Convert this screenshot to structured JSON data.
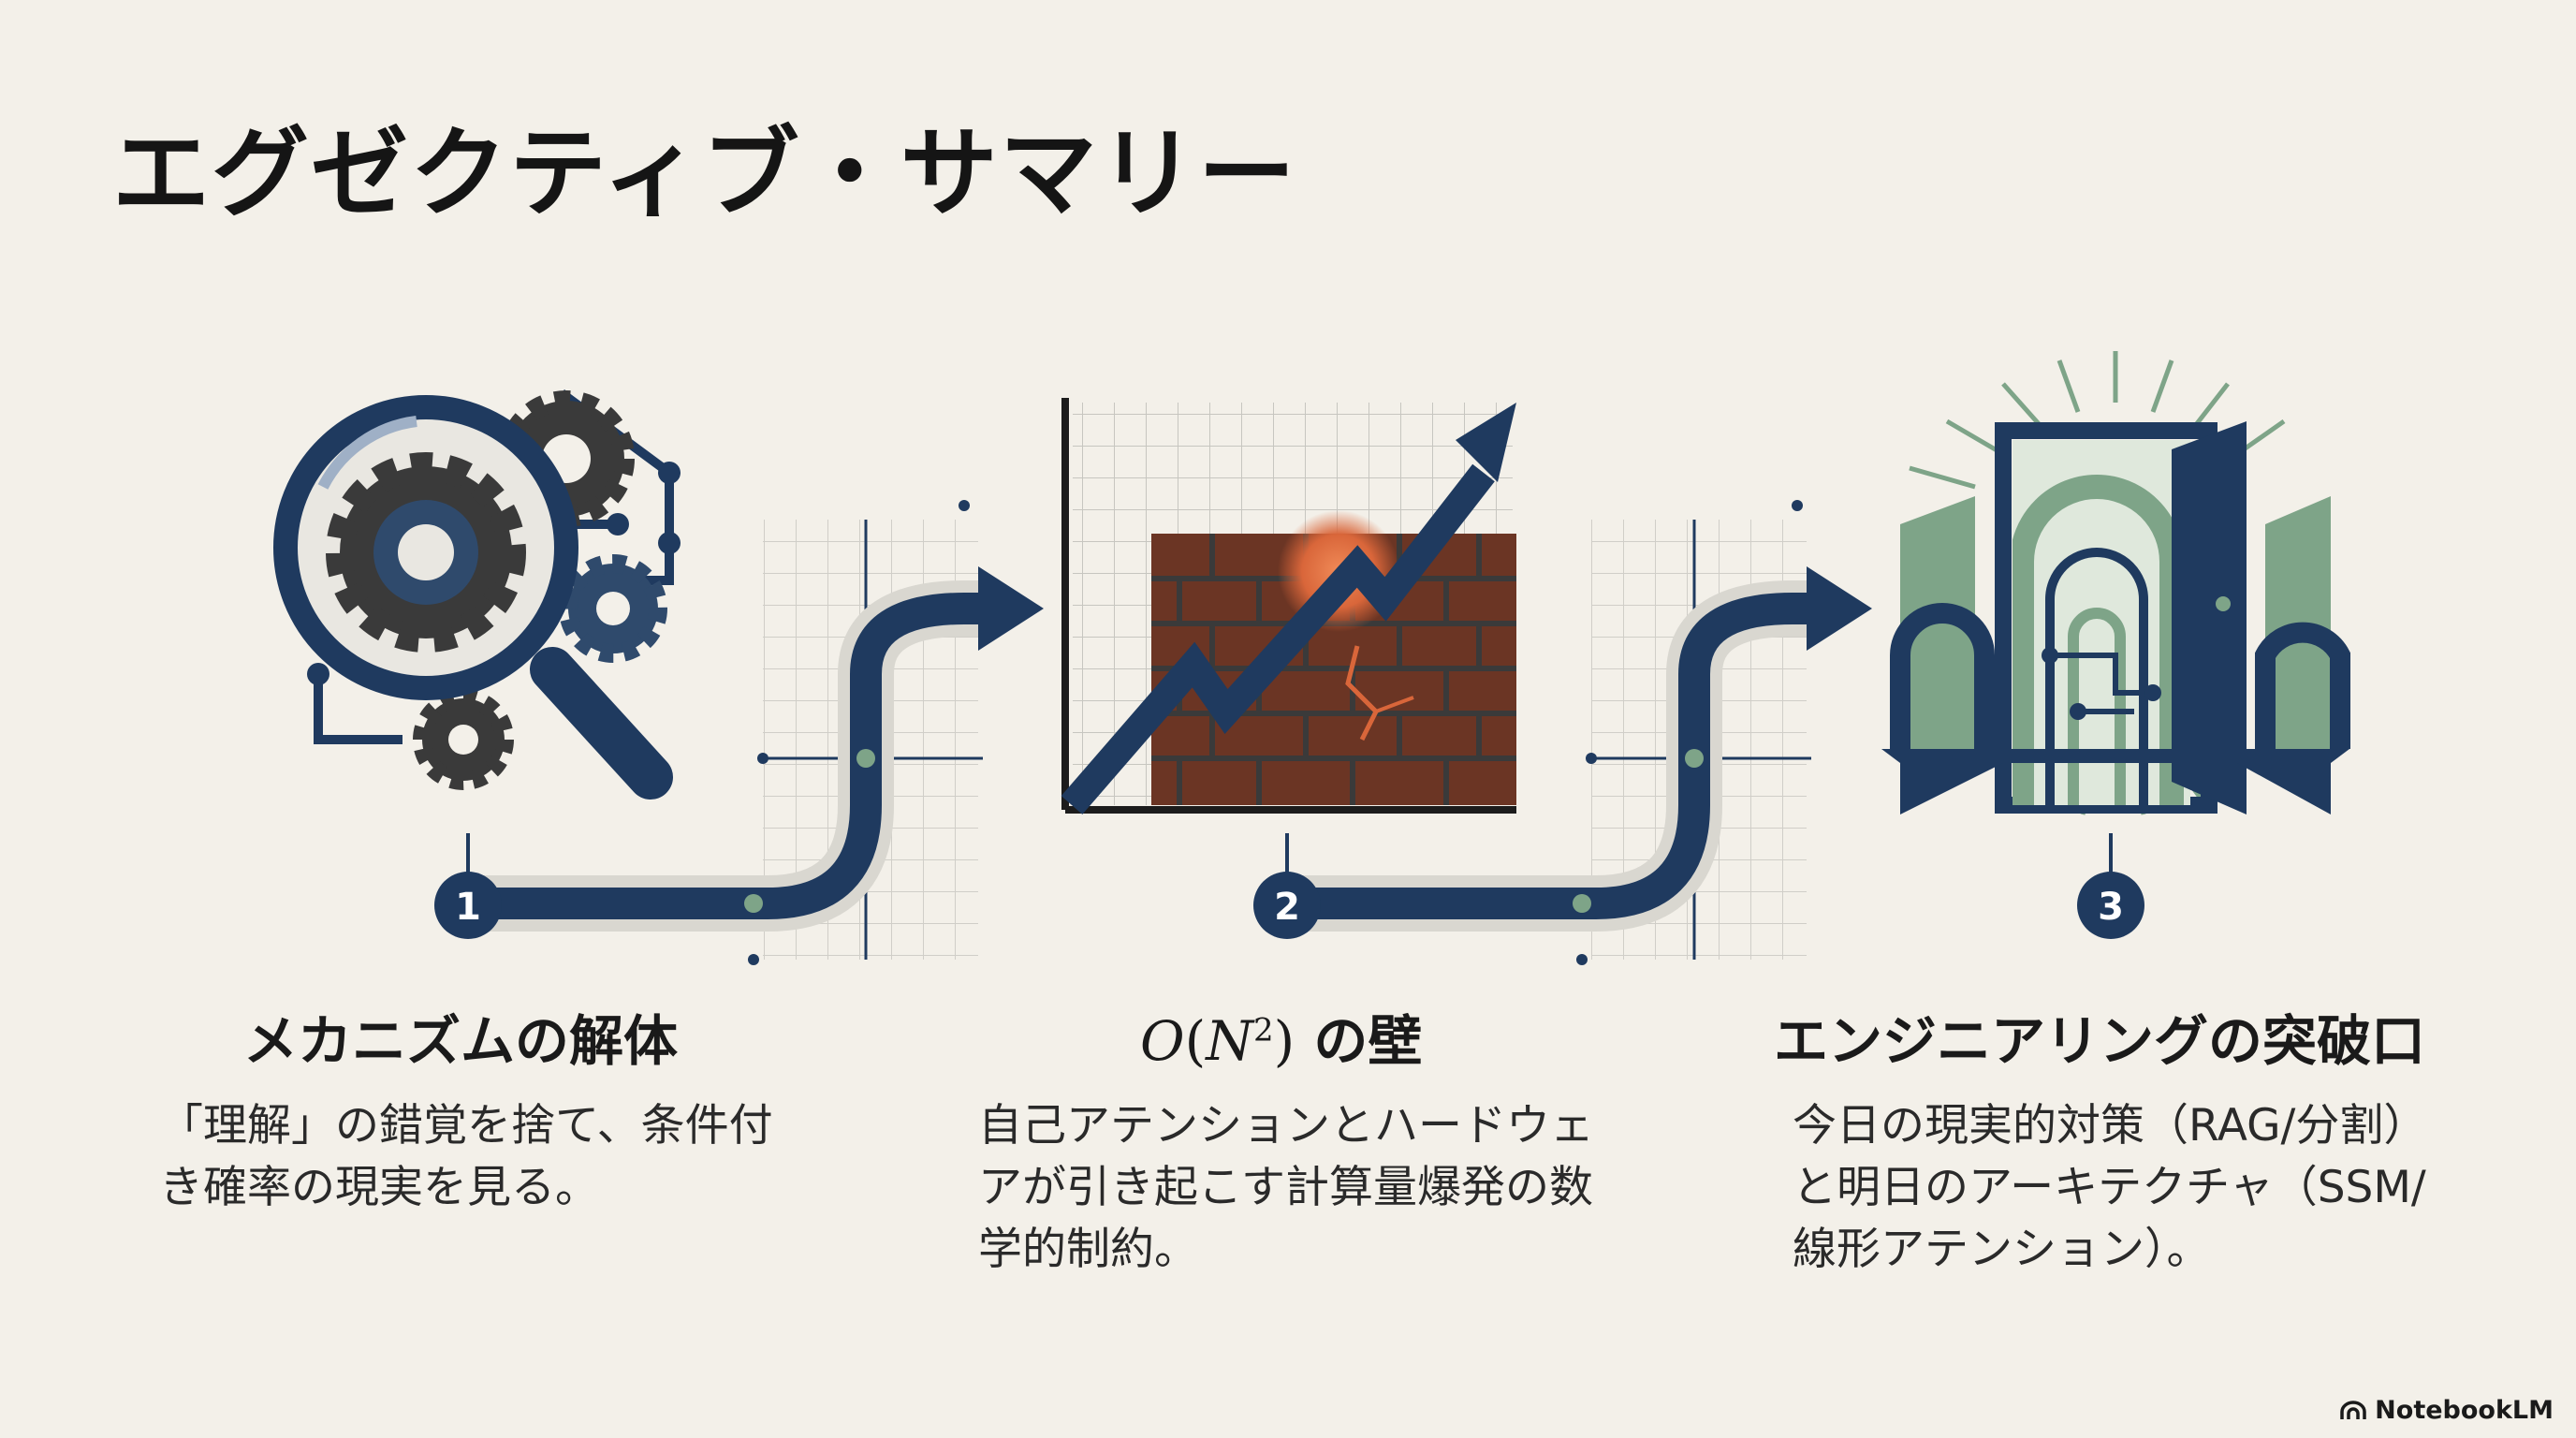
{
  "title": "エグゼクティブ・サマリー",
  "steps": [
    {
      "number": "1",
      "title": "メカニズムの解体",
      "desc_lines": [
        "「理解」の錯覚を捨て、条件付",
        "き確率の現実を見る。"
      ]
    },
    {
      "number": "2",
      "title_math_base": "O",
      "title_math_var": "N",
      "title_math_exp": "2",
      "title_suffix": " の壁",
      "desc_lines": [
        "自己アテンションとハードウェ",
        "アが引き起こす計算量爆発の数",
        "学的制約。"
      ]
    },
    {
      "number": "3",
      "title": "エンジニアリングの突破口",
      "desc_lines": [
        "今日の現実的対策（RAG/分割）",
        "と明日のアーキテクチャ（SSM/",
        "線形アテンション）。"
      ]
    }
  ],
  "brand": "NotebookLM",
  "colors": {
    "navy": "#1f3a5f",
    "brick": "#6b3524",
    "glow": "#d9663a",
    "sage": "#7ea488",
    "bg": "#f3f0e9"
  }
}
